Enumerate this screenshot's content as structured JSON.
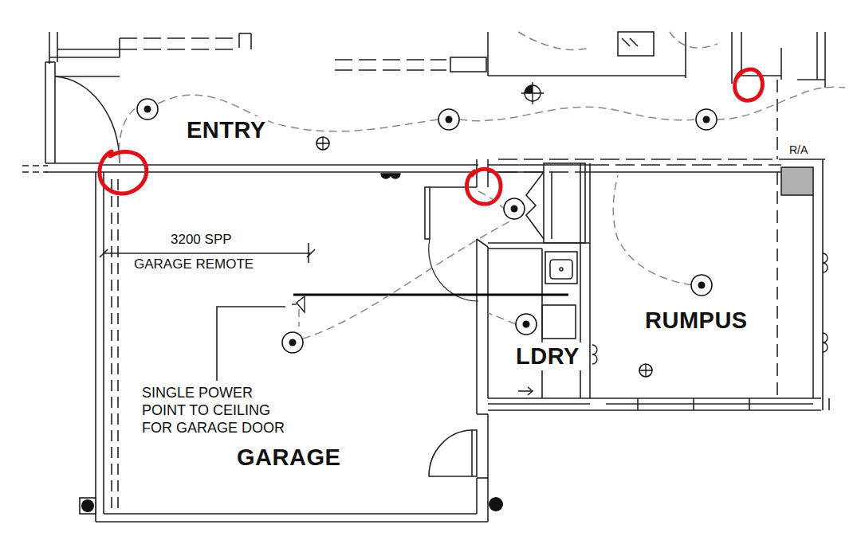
{
  "diagram": {
    "labels": [
      "ENTRY",
      "R/A",
      "3200 SPP",
      "GARAGE REMOTE",
      "RUMPUS",
      "LDRY",
      "SINGLE POWER POINT TO CEILING FOR GARAGE DOOR",
      "GARAGE"
    ]
  }
}
